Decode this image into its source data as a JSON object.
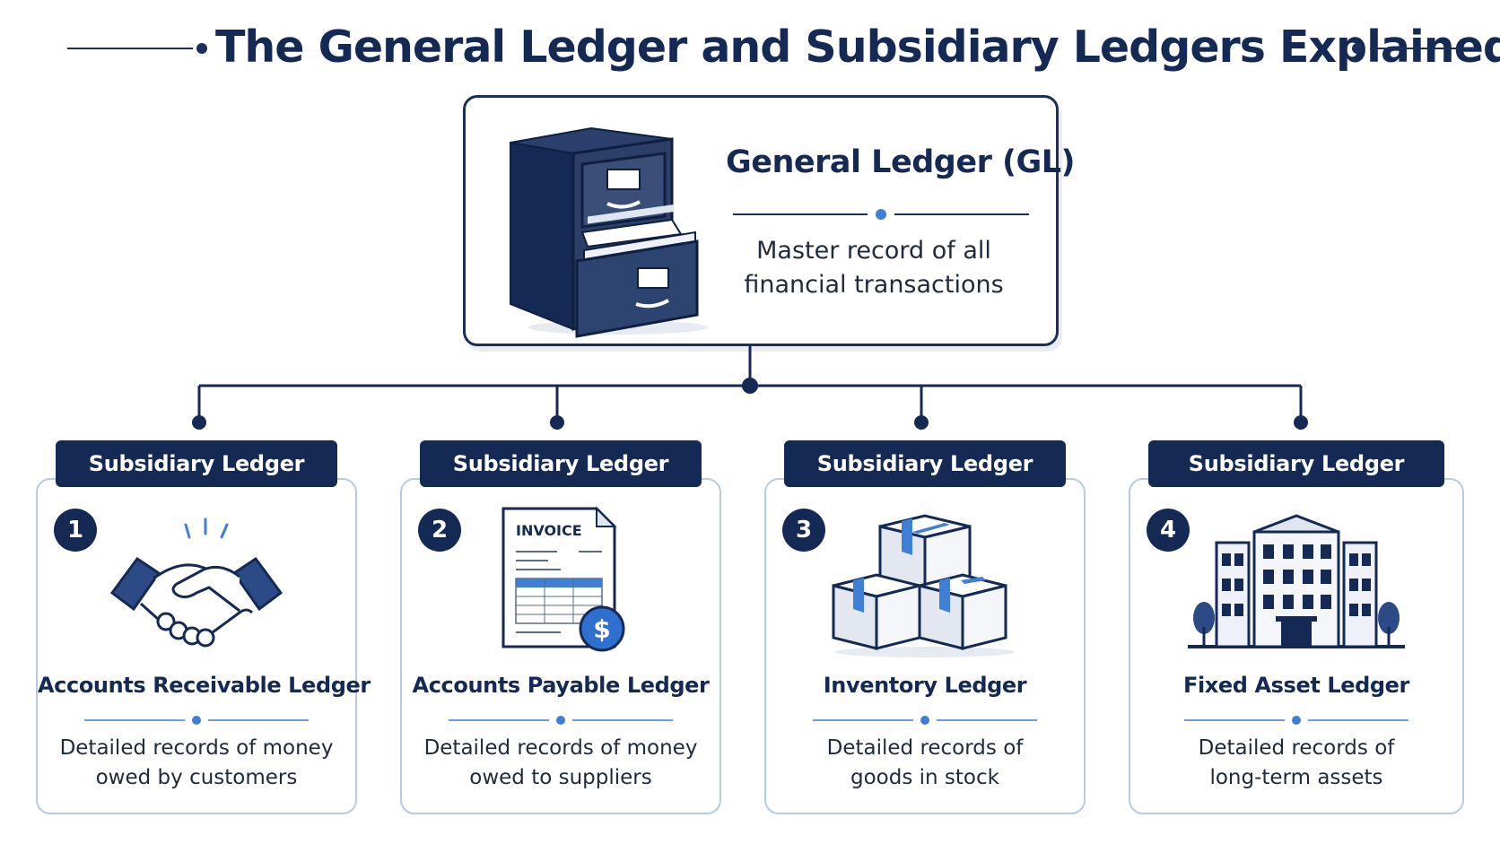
{
  "title": "The General Ledger and Subsidiary Ledgers Explained",
  "general_ledger": {
    "title": "General Ledger (GL)",
    "description_line1": "Master record of all",
    "description_line2": "financial transactions",
    "icon": "filing-cabinet-icon"
  },
  "subsidiary_ledgers": [
    {
      "number": "1",
      "header": "Subsidiary Ledger",
      "title": "Accounts Receivable Ledger",
      "description_line1": "Detailed records of money",
      "description_line2": "owed by customers",
      "icon": "handshake-icon"
    },
    {
      "number": "2",
      "header": "Subsidiary Ledger",
      "title": "Accounts Payable Ledger",
      "description_line1": "Detailed records of money",
      "description_line2": "owed to suppliers",
      "icon": "invoice-icon",
      "icon_text": "INVOICE",
      "icon_symbol": "$"
    },
    {
      "number": "3",
      "header": "Subsidiary Ledger",
      "title": "Inventory Ledger",
      "description_line1": "Detailed records of",
      "description_line2": "goods in stock",
      "icon": "boxes-icon"
    },
    {
      "number": "4",
      "header": "Subsidiary Ledger",
      "title": "Fixed Asset Ledger",
      "description_line1": "Detailed records of",
      "description_line2": "long-term  assets",
      "icon": "building-icon"
    }
  ],
  "colors": {
    "navy": "#142a55",
    "accent_blue": "#3f7fd6",
    "card_border": "#b9cbe2",
    "icon_fill": "#e3e8f0"
  }
}
